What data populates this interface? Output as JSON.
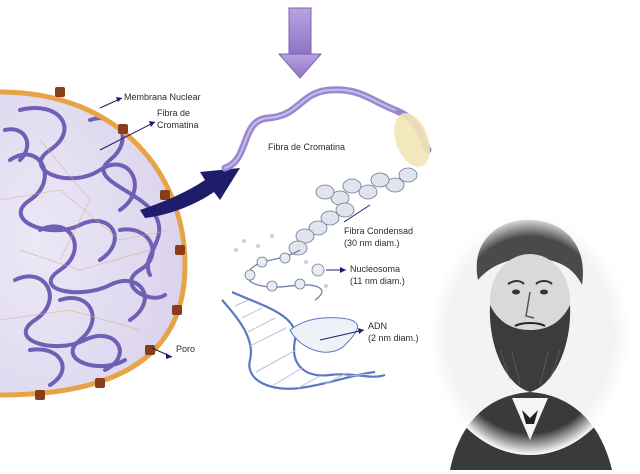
{
  "labels": {
    "nuclear_membrane": "Membrana Nuclear",
    "chromatin_fiber_line1": "Fibra de",
    "chromatin_fiber_line2": "Cromatina",
    "chromatin_fiber_main": "Fibra de Cromatina",
    "condensed_fiber_line1": "Fibra Condensad",
    "condensed_fiber_line2": "(30 nm diam.)",
    "nucleosome_line1": "Nucleosoma",
    "nucleosome_line2": "(11 nm diam.)",
    "dna_line1": "ADN",
    "dna_line2": "(2 nm diam.)",
    "pore": "Poro"
  },
  "colors": {
    "membrane": "#e8a347",
    "chromatin": "#6f5fb5",
    "arrow_down": "#a58bd3",
    "big_arrow": "#1f1c6b",
    "dna_backbone": "#5b78c4"
  },
  "icons": {
    "down_arrow": "down-arrow-icon",
    "portrait": "bearded-man-portrait"
  }
}
